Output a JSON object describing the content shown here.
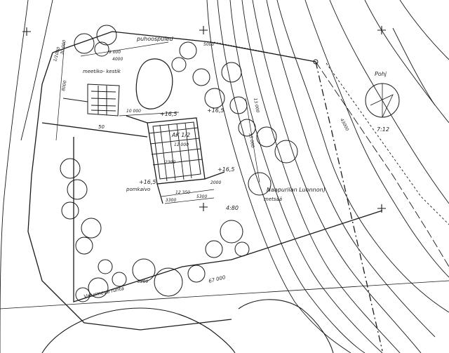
{
  "map": {
    "labels": {
      "puhoospuled": "puhoospuled",
      "mootiko_kestiki": "meetiko-\nkestik",
      "building_code": "AK 1/2",
      "spot_165_a": "+16,5",
      "spot_165_b": "+16,5",
      "spot_165_c": "+16,5",
      "spot_165_d": "+16,5",
      "pomkaivo": "pomkaivo",
      "neighbour": "Naapurilan Luonnon)",
      "neighbour2": "metsää",
      "valurmeva": "Valurmeva ruhta",
      "north": "Pohj",
      "scale_short": "7:12",
      "scale_main": "4:80",
      "road": "1/1000",
      "v50": "50"
    },
    "dimensions": {
      "d_9000": "9 000",
      "d_4000": "4000",
      "d_10000": "10 000",
      "d_12000": "12 000",
      "d_2300": "2300",
      "d_12350": "12 350",
      "d_3300": "3300",
      "d_2000": "2000",
      "d_5300": "5300",
      "d_8200": "8200",
      "d_67000": "67 000",
      "d_43000": "43000",
      "d_30000": "30 000",
      "d_13000": "13 000",
      "d_35000": "35 000",
      "d_5000": "5000",
      "d_8000": "8000"
    }
  }
}
